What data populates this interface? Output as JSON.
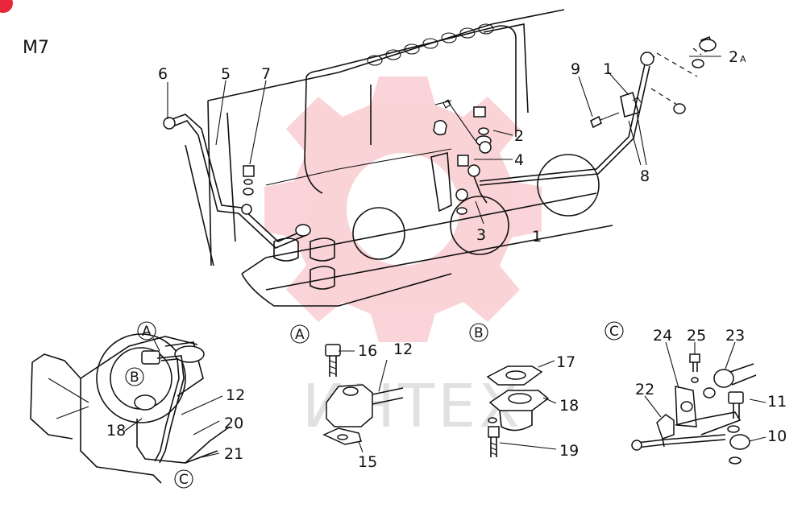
{
  "diagram": {
    "section_code": "M7",
    "watermark_text": "ИНТЕХ",
    "brand_color": "#e8283a",
    "detail_markers": [
      "A",
      "B",
      "C"
    ],
    "callouts": {
      "n1a": "1",
      "n1b": "1",
      "n2a": "2",
      "n2b": "2",
      "a_suffix": "A",
      "n3": "3",
      "n4": "4",
      "n5": "5",
      "n6": "6",
      "n7": "7",
      "n8": "8",
      "n9": "9",
      "n10": "10",
      "n11": "11",
      "n12a": "12",
      "n12b": "12",
      "n15": "15",
      "n16": "16",
      "n17": "17",
      "n18a": "18",
      "n18b": "18",
      "n19": "19",
      "n20": "20",
      "n21": "21",
      "n22": "22",
      "n23": "23",
      "n24": "24",
      "n25": "25"
    }
  }
}
